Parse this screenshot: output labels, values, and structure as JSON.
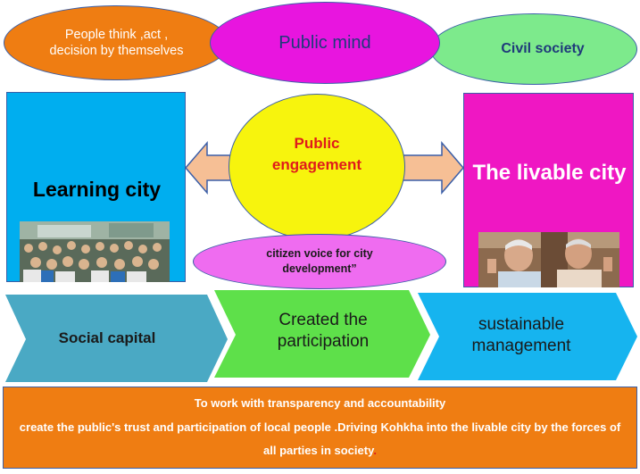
{
  "ellipses": {
    "people": "People think ,act , decision by themselves",
    "public_mind": "Public mind",
    "civil_society": "Civil society",
    "engagement": "Public engagement",
    "voice": "citizen voice for city development”"
  },
  "boxes": {
    "learning_city": "Learning city",
    "livable_city": "The livable city"
  },
  "chevrons": {
    "social_capital": "Social capital",
    "participation": "Created the participation",
    "sustainable": "sustainable management"
  },
  "bottom": {
    "line1": "To work with  transparency and accountability",
    "line2": "create the public's trust  and participation of local people .Driving Kohkha into the livable city by the forces of all parties in society",
    "end_mark": "."
  },
  "colors": {
    "orange": "#ef7d12",
    "magenta": "#e815df",
    "green": "#7dea8c",
    "cyan": "#00aeef",
    "pink": "#ef17c3",
    "yellow": "#f7f40d",
    "teal_chevron": "#4aa9c4",
    "green_chevron": "#5ee04a",
    "blue_chevron": "#16b4ef",
    "arrow_fill": "#f6bf95"
  }
}
